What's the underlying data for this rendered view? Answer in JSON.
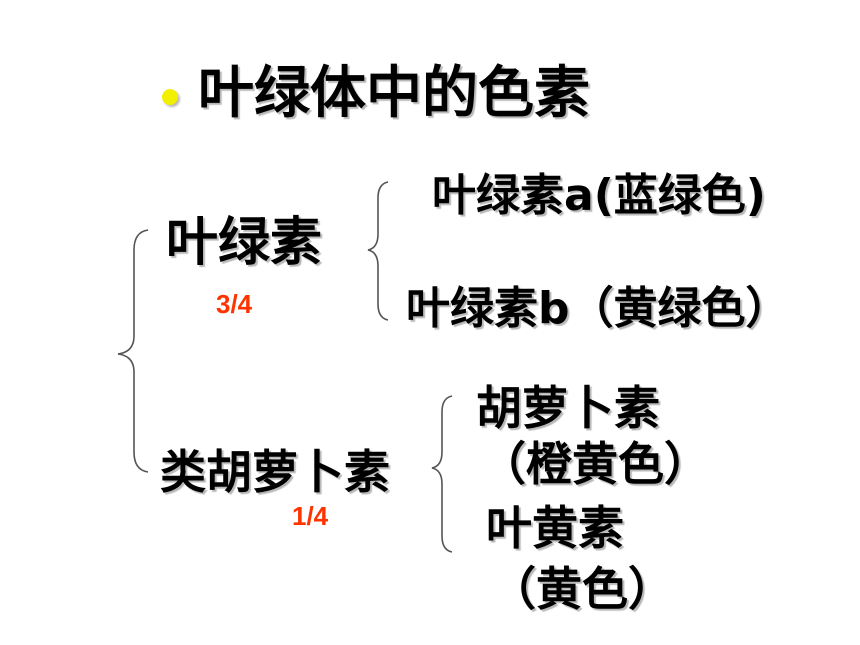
{
  "title": "叶绿体中的色素",
  "colors": {
    "bullet": "#f2ef00",
    "ratio": "#ff3300",
    "text": "#000000"
  },
  "tree": {
    "chlorophyll": {
      "label": "叶绿素",
      "ratio": "3/4",
      "children": [
        "叶绿素a(蓝绿色)",
        "叶绿素b（黄绿色）"
      ]
    },
    "carotenoid": {
      "label": "类胡萝卜素",
      "ratio": "1/4",
      "children": [
        {
          "line1": "胡萝卜素",
          "line2": "（橙黄色）"
        },
        {
          "line1": "叶黄素",
          "line2": "（黄色）"
        }
      ]
    }
  }
}
